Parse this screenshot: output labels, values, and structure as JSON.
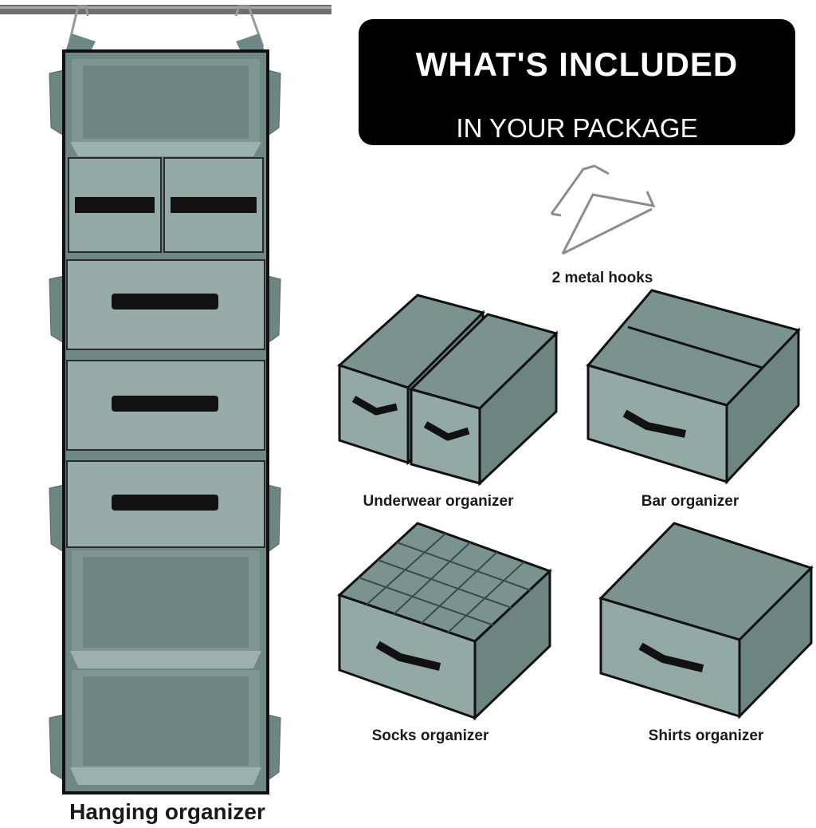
{
  "banner": {
    "title": "WHAT'S INCLUDED",
    "subtitle": "IN YOUR PACKAGE"
  },
  "items": {
    "hooks": "2 metal hooks",
    "underwear": "Underwear organizer",
    "bar": "Bar organizer",
    "socks": "Socks organizer",
    "shirts": "Shirts organizer",
    "hanging": "Hanging organizer"
  },
  "colors": {
    "fabric": "#79928f",
    "fabric_light": "#93a9a6",
    "fabric_dark": "#5f7775",
    "trim": "#111111",
    "banner_bg": "#000000"
  }
}
